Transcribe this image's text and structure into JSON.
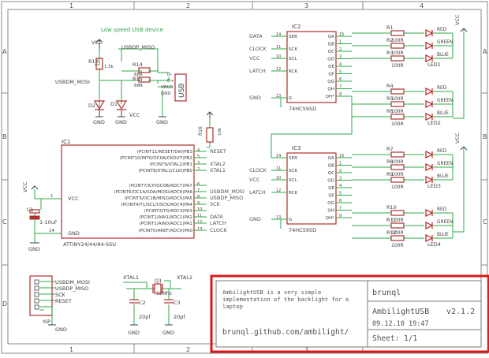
{
  "frame": {
    "columns": [
      "1",
      "2",
      "3",
      "4"
    ],
    "rows": [
      "A",
      "B",
      "C",
      "D"
    ]
  },
  "usb_block": {
    "note": "Low speed USB device",
    "vcc": "VCC",
    "r13": "R13",
    "r13_value": "1.5k",
    "r14": "R14",
    "r14_value": "68R",
    "r15": "R15",
    "r15_value": "68R",
    "net_dp": "USBDP_MISO",
    "net_dm": "USBDM_MOSI",
    "d2": "D2",
    "d1": "D1",
    "gnd1": "GND",
    "gnd2": "GND",
    "gnd3": "GND",
    "vcc2": "VCC",
    "conn_pins": [
      "D-",
      "D+",
      "VBUS",
      "GND"
    ],
    "conn_label": "USB"
  },
  "mcu": {
    "ref": "IC1",
    "part": "ATTINY24/44/84-SSU",
    "vcc_pin": "VCC",
    "gnd_pin": "GND",
    "pins": [
      {
        "label": "(PCINT11/RESET/DW)PB3",
        "num": "4",
        "net": "RESET"
      },
      {
        "label": "(PCINT10/INT0/OC0A/CKOUT)PB2",
        "num": "5",
        "net": ""
      },
      {
        "label": "(PCINT9/XTAL2)PB1",
        "num": "3",
        "net": "XTAL2"
      },
      {
        "label": "(PCINT8/XTAL1/CLKI)PB0",
        "num": "2",
        "net": "XTAL1"
      },
      {
        "label": "(PCINT7/ICP/OC0B/ADC7)PA7",
        "num": "6",
        "net": ""
      },
      {
        "label": "(PCINT6/OC1A/SDA/MOSI/ADC6)PA6",
        "num": "7",
        "net": "USBDM_MOSI"
      },
      {
        "label": "(PCINT5/OC1B/MISO/ADC5)PA5",
        "num": "8",
        "net": "USBDP_MISO"
      },
      {
        "label": "(PCINT4/T1/SCL/USCK/ADC4)PA4",
        "num": "9",
        "net": "SCK"
      },
      {
        "label": "(PCINT3/T0/ADC3)PA3",
        "num": "10",
        "net": ""
      },
      {
        "label": "(PCINT2/AIN1/ADC2)PA2",
        "num": "11",
        "net": "DATA"
      },
      {
        "label": "(PCINT1/AIN0/ADC1)PA1",
        "num": "12",
        "net": "LATCH"
      },
      {
        "label": "(PCINT0/AREF/ADC0)PA0",
        "num": "13",
        "net": "CLOCK"
      }
    ],
    "vcc_pin_num": "1",
    "gnd_pin_num": "14"
  },
  "reset_circuit": {
    "r": "R16",
    "value": "10k"
  },
  "decoupling": {
    "ref": "C1",
    "value": "1-10uF",
    "vcc": "VCC",
    "gnd": "GND"
  },
  "shift_registers": [
    {
      "ref": "IC2",
      "part": "74HC595D",
      "left_pins": [
        {
          "num": "14",
          "label": "SER",
          "net": "DATA"
        },
        {
          "num": "11",
          "label": "SCK",
          "net": "CLOCK"
        },
        {
          "num": "10",
          "label": "SCL",
          "net": "VCC"
        },
        {
          "num": "12",
          "label": "RCK",
          "net": "LATCH"
        },
        {
          "num": "13",
          "label": "G",
          "net": "GND"
        }
      ],
      "right_pins": [
        {
          "num": "15",
          "label": "QA"
        },
        {
          "num": "1",
          "label": "QB"
        },
        {
          "num": "2",
          "label": "QC"
        },
        {
          "num": "3",
          "label": "QD"
        },
        {
          "num": "4",
          "label": "QE"
        },
        {
          "num": "5",
          "label": "QF"
        },
        {
          "num": "6",
          "label": "QG"
        },
        {
          "num": "7",
          "label": "QH"
        },
        {
          "num": "9",
          "label": "QH*"
        }
      ]
    },
    {
      "ref": "IC3",
      "part": "74HC595D",
      "left_pins": [
        {
          "num": "14",
          "label": "SER",
          "net": ""
        },
        {
          "num": "11",
          "label": "SCK",
          "net": "CLOCK"
        },
        {
          "num": "10",
          "label": "SCL",
          "net": "VCC"
        },
        {
          "num": "12",
          "label": "RCK",
          "net": "LATCH"
        },
        {
          "num": "13",
          "label": "G",
          "net": "GND"
        }
      ],
      "right_pins": [
        {
          "num": "15",
          "label": "QA"
        },
        {
          "num": "1",
          "label": "QB"
        },
        {
          "num": "2",
          "label": "QC"
        },
        {
          "num": "3",
          "label": "QD"
        },
        {
          "num": "4",
          "label": "QE"
        },
        {
          "num": "5",
          "label": "QF"
        },
        {
          "num": "6",
          "label": "QG"
        },
        {
          "num": "7",
          "label": "QH"
        },
        {
          "num": "9",
          "label": "QH*"
        }
      ]
    }
  ],
  "resistors": [
    {
      "ref": "R1",
      "value": "100R"
    },
    {
      "ref": "R2",
      "value": "100R"
    },
    {
      "ref": "R3",
      "value": "100R"
    },
    {
      "ref": "R4",
      "value": "100R"
    },
    {
      "ref": "R5",
      "value": "100R"
    },
    {
      "ref": "R6",
      "value": "100R"
    },
    {
      "ref": "R7",
      "value": "100R"
    },
    {
      "ref": "R8",
      "value": "100R"
    },
    {
      "ref": "R9",
      "value": "100R"
    },
    {
      "ref": "R10",
      "value": "100R"
    },
    {
      "ref": "R11",
      "value": "100R"
    },
    {
      "ref": "R12",
      "value": "100R"
    }
  ],
  "leds": [
    {
      "ref": "LED1",
      "colors": [
        "RED",
        "GREEN",
        "BLUE"
      ]
    },
    {
      "ref": "LED2",
      "colors": [
        "RED",
        "GREEN",
        "BLUE"
      ]
    },
    {
      "ref": "LED3",
      "colors": [
        "RED",
        "GREEN",
        "BLUE"
      ]
    },
    {
      "ref": "LED4",
      "colors": [
        "RED",
        "GREEN",
        "BLUE"
      ]
    }
  ],
  "vcc_label": "VCC",
  "isp": {
    "ref": "ISP",
    "pins": [
      "USBDM_MOSI",
      "USBDP_MISO",
      "SCK",
      "RESET"
    ],
    "vcc": "VCC",
    "gnd": "GND"
  },
  "crystal": {
    "ref": "Q1",
    "value": "12Mhz",
    "net1": "XTAL1",
    "net2": "XTAL2",
    "c2": "C2",
    "c2_value": "20pf",
    "c3": "C3",
    "c3_value": "20pf",
    "gnd1": "GND",
    "gnd2": "GND"
  },
  "title_block": {
    "description": "AmbilightUSB is a very simple implementation of the backlight for a laptop",
    "author": "brunql",
    "project": "AmbilightUSB",
    "version": "v2.1.2",
    "date": "09.12.10 19:47",
    "url": "brunql.github.com/ambilight/",
    "sheet": "Sheet: 1/1"
  },
  "colors": {
    "wire": "#2fa84a",
    "component": "#b03030",
    "text": "#404040",
    "net_label": "#505050",
    "led_red": "#c02020",
    "highlight": "#d51a1a"
  }
}
